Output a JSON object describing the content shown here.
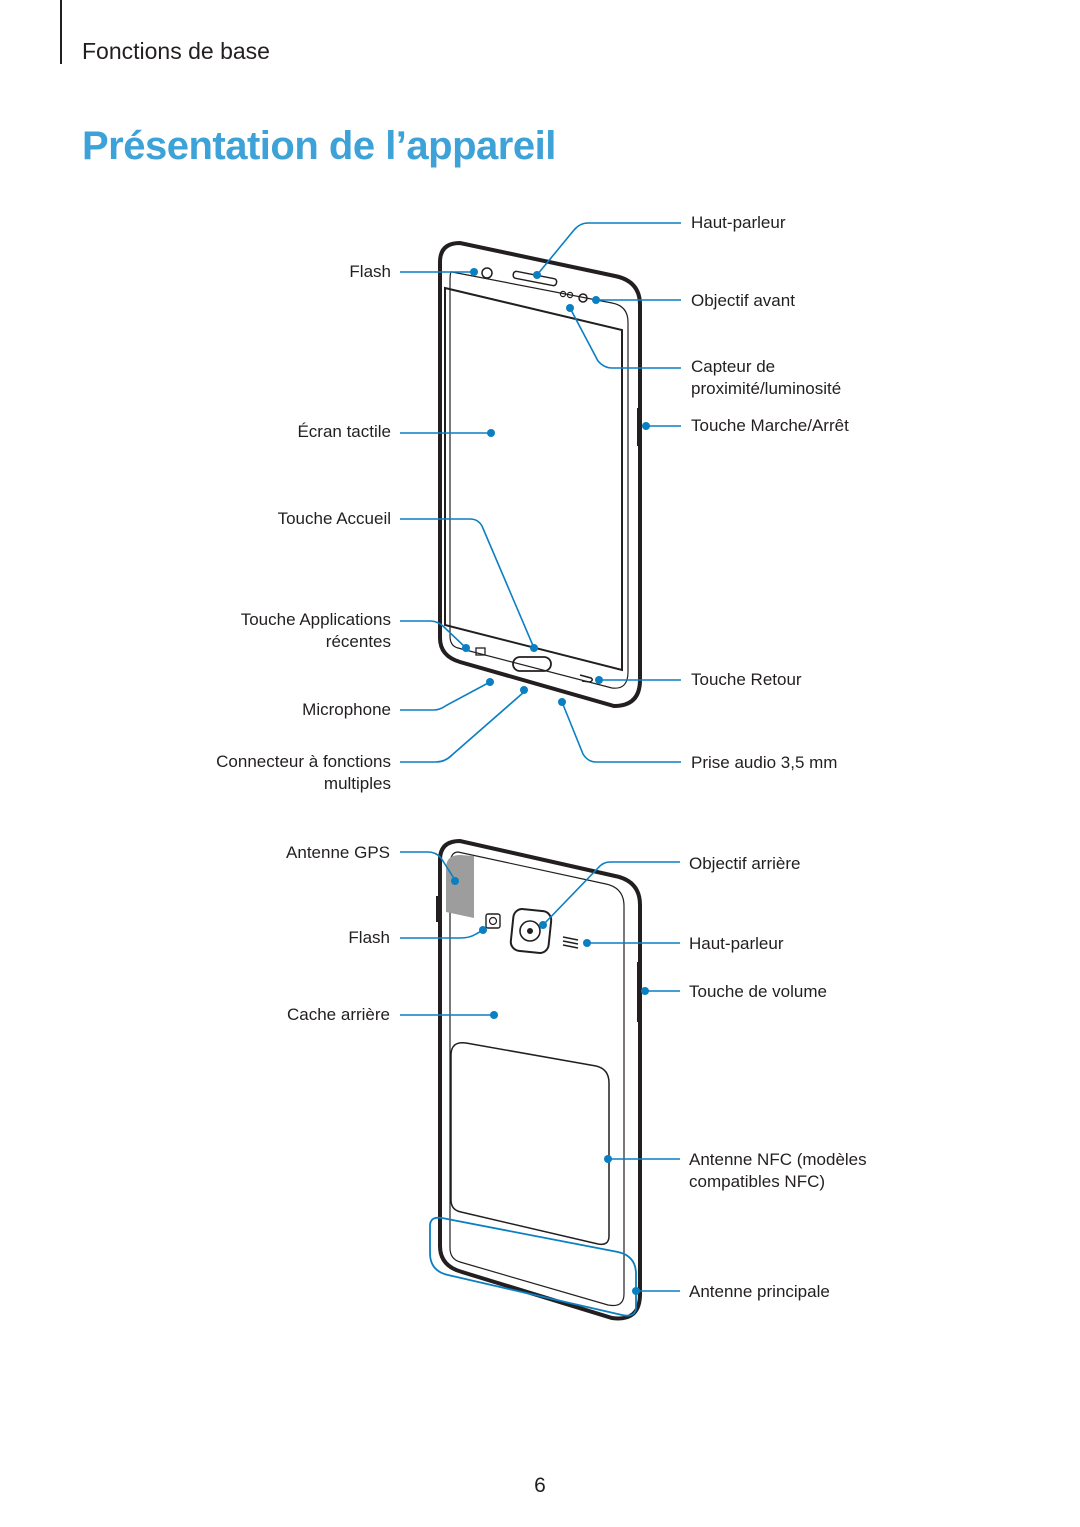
{
  "header": {
    "section": "Fonctions de base"
  },
  "title": "Présentation de l’appareil",
  "front_labels": {
    "flash": "Flash",
    "ecran_tactile": "Écran tactile",
    "touche_accueil": "Touche Accueil",
    "touche_applications": [
      "Touche Applications",
      "récentes"
    ],
    "microphone": "Microphone",
    "connecteur": [
      "Connecteur à fonctions",
      "multiples"
    ],
    "haut_parleur": "Haut-parleur",
    "objectif_avant": "Objectif avant",
    "capteur": [
      "Capteur de",
      "proximité/luminosité"
    ],
    "touche_marche": "Touche Marche/Arrêt",
    "touche_retour": "Touche Retour",
    "prise_audio": "Prise audio 3,5 mm"
  },
  "back_labels": {
    "antenne_gps": "Antenne GPS",
    "flash": "Flash",
    "cache_arriere": "Cache arrière",
    "objectif_arriere": "Objectif arrière",
    "haut_parleur": "Haut-parleur",
    "touche_volume": "Touche de volume",
    "antenne_nfc": [
      "Antenne NFC (modèles",
      "compatibles NFC)"
    ],
    "antenne_principale": "Antenne principale"
  },
  "page_number": "6",
  "colors": {
    "accent": "#3da2d8",
    "callout": "#0a7fc2",
    "text": "#231f20"
  }
}
